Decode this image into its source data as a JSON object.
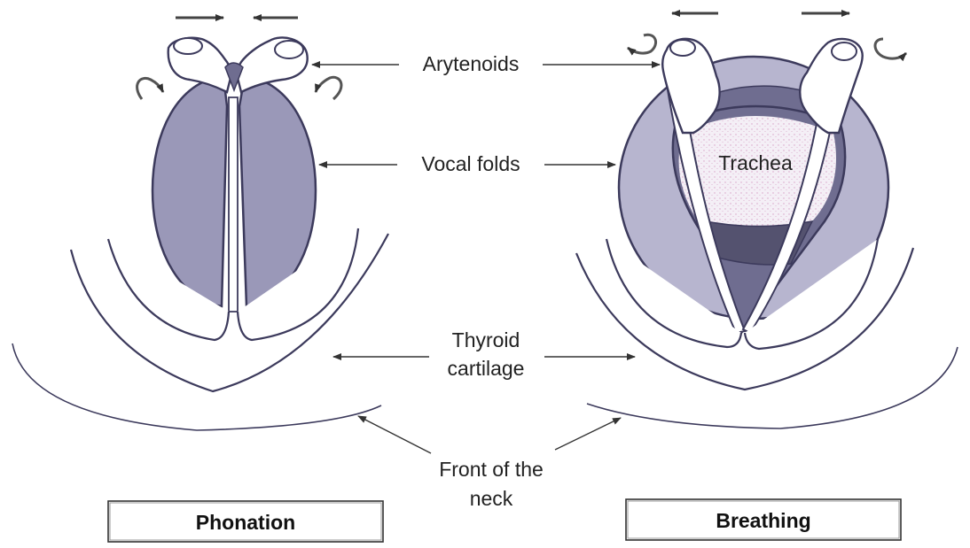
{
  "labels": {
    "arytenoids": "Arytenoids",
    "vocal_folds": "Vocal folds",
    "trachea": "Trachea",
    "thyroid_line1": "Thyroid",
    "thyroid_line2": "cartilage",
    "front_line1": "Front of the",
    "front_line2": "neck"
  },
  "panels": {
    "left_caption": "Phonation",
    "right_caption": "Breathing"
  },
  "colors": {
    "fold_fill": "#9a98b8",
    "fold_outer_fill": "#b7b5cf",
    "outline": "#3c3a5c",
    "dark_wedge": "#6f6d90",
    "trachea_fill": "#f3eff5",
    "trachea_dots": "#d9a6c9"
  }
}
